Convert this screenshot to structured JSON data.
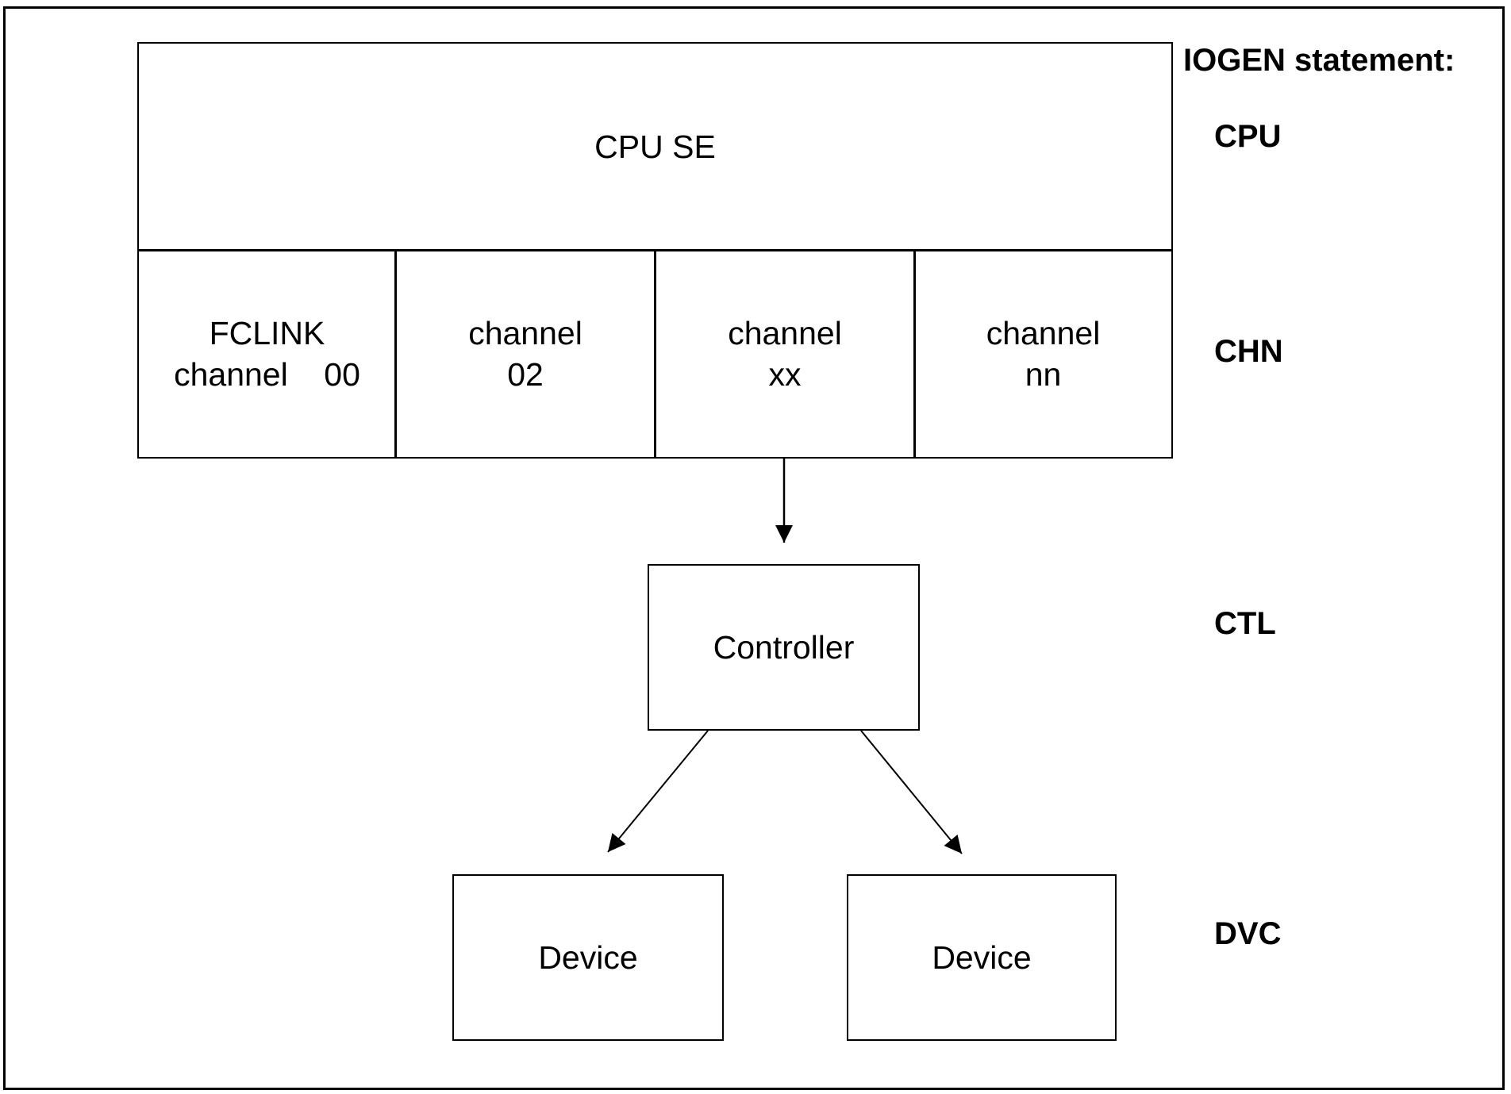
{
  "iogen_heading": "IOGEN statement:",
  "cpu": {
    "label": "CPU SE",
    "statement": "CPU"
  },
  "channels": {
    "statement": "CHN",
    "items": [
      {
        "line1": "FCLINK",
        "line2": "channel    00"
      },
      {
        "line1": "channel",
        "line2": "02"
      },
      {
        "line1": "channel",
        "line2": "xx"
      },
      {
        "line1": "channel",
        "line2": "nn"
      }
    ]
  },
  "controller": {
    "label": "Controller",
    "statement": "CTL"
  },
  "devices": {
    "statement": "DVC",
    "items": [
      {
        "label": "Device"
      },
      {
        "label": "Device"
      }
    ]
  }
}
